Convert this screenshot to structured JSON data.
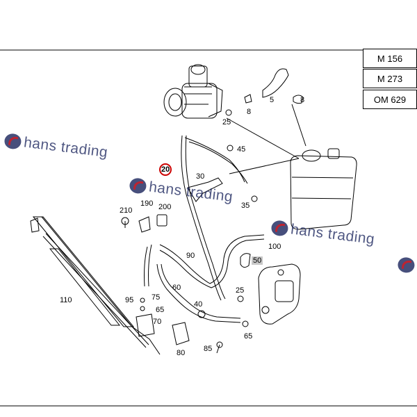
{
  "engines": [
    "M 156",
    "M 273",
    "OM 629"
  ],
  "watermark": {
    "text": "hans trading"
  },
  "part_numbers": {
    "p5": "5",
    "p8a": "8",
    "p8b": "8",
    "p25a": "25",
    "p45": "45",
    "p20": "20",
    "p30": "30",
    "p35": "35",
    "p210": "210",
    "p190": "190",
    "p200": "200",
    "p90": "90",
    "p100": "100",
    "p50": "50",
    "p110": "110",
    "p95": "95",
    "p75": "75",
    "p65a": "65",
    "p70": "70",
    "p60": "60",
    "p40": "40",
    "p25b": "25",
    "p65b": "65",
    "p80": "80",
    "p85": "85"
  },
  "colors": {
    "highlight_circle": "#cc0000",
    "shaded_label": "#c8c8c8",
    "ink": "#000000"
  }
}
